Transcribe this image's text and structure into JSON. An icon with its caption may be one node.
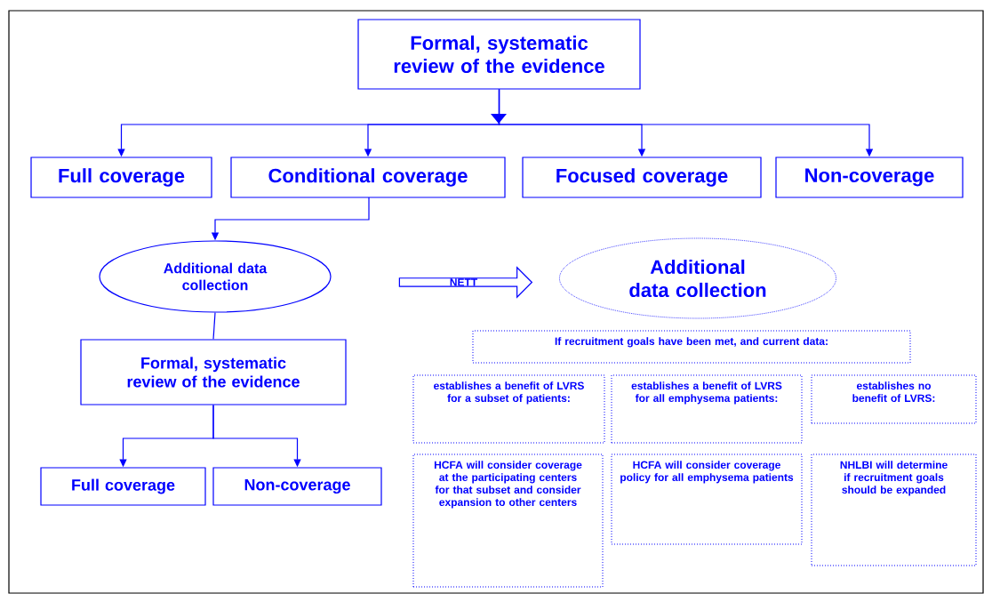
{
  "diagram": {
    "nodes": [
      {
        "text": [
          "Formal, systematic review of the evidence"
        ]
      },
      {
        "text": [
          "Full coverage"
        ]
      },
      {
        "text": [
          "Conditional coverage"
        ]
      },
      {
        "text": [
          "Focused coverage"
        ]
      },
      {
        "text": [
          "Non-coverage"
        ]
      },
      {
        "text": [
          "Additional data collection"
        ]
      },
      {
        "text": [
          "Formal, systematic review of the evidence"
        ]
      },
      {
        "text": [
          "Full coverage"
        ]
      },
      {
        "text": [
          "Non-coverage"
        ]
      },
      {
        "text": [
          "NETT"
        ]
      },
      {
        "text": [
          "Additional data collection"
        ]
      },
      {
        "text": [
          "If recruitment goals have been met, and current data:"
        ]
      },
      {
        "text": [
          "establishes a benefit of LVRS for a subset of patients:"
        ]
      },
      {
        "text": [
          "establishes a benefit of LVRS for all emphysema patients:"
        ]
      },
      {
        "text": [
          "establishes no benefit of LVRS:"
        ]
      },
      {
        "text": [
          "HCFA will consider coverage at the participating centers for that subset and consider expansion to other centers"
        ]
      },
      {
        "text": [
          "HCFA will consider coverage policy for all emphysema patients"
        ]
      },
      {
        "text": [
          "NHLBI will determine if recruitment goals should be expanded"
        ]
      }
    ],
    "edges": [
      {
        "from": 0,
        "to": 1,
        "arrow": "to"
      },
      {
        "from": 0,
        "to": 2,
        "arrow": "to"
      },
      {
        "from": 0,
        "to": 3,
        "arrow": "to"
      },
      {
        "from": 0,
        "to": 4,
        "arrow": "to"
      },
      {
        "from": 2,
        "to": 5,
        "arrow": "to"
      },
      {
        "from": 5,
        "to": 6,
        "arrow": "none"
      },
      {
        "from": 6,
        "to": 7,
        "arrow": "to"
      },
      {
        "from": 6,
        "to": 8,
        "arrow": "to"
      }
    ]
  }
}
